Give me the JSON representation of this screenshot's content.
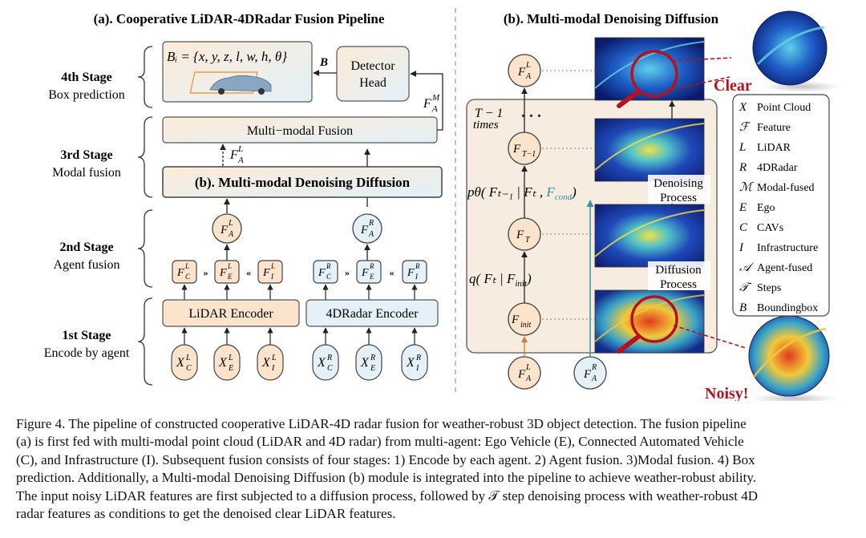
{
  "left": {
    "title": "(a). Cooperative LiDAR-4DRadar Fusion Pipeline",
    "stages": [
      {
        "name": "4th Stage",
        "desc": "Box prediction"
      },
      {
        "name": "3rd Stage",
        "desc": "Modal fusion"
      },
      {
        "name": "2nd Stage",
        "desc": "Agent fusion"
      },
      {
        "name": "1st Stage",
        "desc": "Encode by agent"
      }
    ],
    "bbox_formula": "Bᵢ = {x, y, z, l, w, h, θ}",
    "bbox_arrow_label": "B",
    "detector_head": [
      "Detector",
      "Head"
    ],
    "multimodal_fusion": "Multi−modal Fusion",
    "fused_feature_label": "F",
    "fused_feature_sup": "M",
    "fused_feature_sub": "A",
    "denoised_label": "F",
    "denoised_sup": "L",
    "denoised_sub": "A",
    "denoising_box": "(b). Multi-modal Denoising Diffusion",
    "lidar_encoder": "LiDAR Encoder",
    "radar_encoder": "4DRadar Encoder",
    "lidar_features": [
      {
        "base": "F",
        "sup": "L",
        "sub": "C"
      },
      {
        "base": "F",
        "sup": "L",
        "sub": "E"
      },
      {
        "base": "F",
        "sup": "L",
        "sub": "I"
      }
    ],
    "radar_features": [
      {
        "base": "F",
        "sup": "R",
        "sub": "C"
      },
      {
        "base": "F",
        "sup": "R",
        "sub": "E"
      },
      {
        "base": "F",
        "sup": "R",
        "sub": "I"
      }
    ],
    "lidar_agent_fused": {
      "base": "F",
      "sup": "L",
      "sub": "A"
    },
    "radar_agent_fused": {
      "base": "F",
      "sup": "R",
      "sub": "A"
    },
    "lidar_inputs": [
      {
        "base": "X",
        "sup": "L",
        "sub": "C"
      },
      {
        "base": "X",
        "sup": "L",
        "sub": "E"
      },
      {
        "base": "X",
        "sup": "L",
        "sub": "I"
      }
    ],
    "radar_inputs": [
      {
        "base": "X",
        "sup": "R",
        "sub": "C"
      },
      {
        "base": "X",
        "sup": "R",
        "sub": "E"
      },
      {
        "base": "X",
        "sup": "R",
        "sub": "I"
      }
    ]
  },
  "right": {
    "title": "(b). Multi-modal Denoising Diffusion",
    "loop_label_1": "T − 1",
    "loop_label_2": "times",
    "nodes": {
      "top": {
        "base": "F",
        "sup": "L",
        "sub": "A"
      },
      "t_minus_1": {
        "base": "F",
        "sub": "T−1"
      },
      "t": {
        "base": "F",
        "sub": "T"
      },
      "init": {
        "base": "F",
        "sub": "init"
      },
      "lidar_in": {
        "base": "F",
        "sup": "L",
        "sub": "A"
      },
      "radar_in": {
        "base": "F",
        "sup": "R",
        "sub": "A"
      }
    },
    "p_theta": "pθ( Fₜ₋₁ | Fₜ , ",
    "p_theta_cond": "F",
    "p_theta_cond_sub": "cond",
    "p_theta_close": ")",
    "q_label": "q( Fₜ | F",
    "q_label_sub": "init",
    "q_label_close": ")",
    "denoising_process": [
      "Denoising",
      "Process"
    ],
    "diffusion_process": [
      "Diffusion",
      "Process"
    ],
    "clear_label": "Clear",
    "noisy_label": "Noisy!"
  },
  "legend": [
    {
      "sym": "X",
      "text": "Point Cloud"
    },
    {
      "sym": "ℱ",
      "text": "Feature"
    },
    {
      "sym": "L",
      "text": "LiDAR"
    },
    {
      "sym": "R",
      "text": "4DRadar"
    },
    {
      "sym": "ℳ",
      "text": "Modal-fused"
    },
    {
      "sym": "E",
      "text": "Ego"
    },
    {
      "sym": "C",
      "text": "CAVs"
    },
    {
      "sym": "I",
      "text": "Infrastructure"
    },
    {
      "sym": "𝒜",
      "text": "Agent-fused"
    },
    {
      "sym": "𝒯",
      "text": "Steps"
    },
    {
      "sym": "B",
      "text": "Boundingbox"
    }
  ],
  "caption": {
    "lines": [
      "Figure 4. The pipeline of constructed cooperative LiDAR-4D radar fusion for weather-robust 3D object detection. The fusion pipeline",
      "(a) is first fed with multi-modal point cloud (LiDAR and 4D radar) from multi-agent: Ego Vehicle (E), Connected Automated Vehicle",
      "(C), and Infrastructure (I). Subsequent fusion consists of four stages: 1) Encode by each agent. 2) Agent fusion. 3)Modal fusion. 4) Box",
      "prediction. Additionally, a Multi-modal Denoising Diffusion (b) module is integrated into the pipeline to achieve weather-robust ability.",
      "The input noisy LiDAR features are first subjected to a diffusion process, followed by 𝒯 step denoising process with weather-robust 4D",
      "radar features as conditions to get the denoised clear LiDAR features."
    ]
  },
  "colors": {
    "orange_fill": "#fbe3cc",
    "orange_stroke": "#444444",
    "blue_fill": "#e4f1f8",
    "panel_fill": "#f7ece0",
    "heat_dark": "#0b1a6b",
    "cond_arrow": "#3b93a8",
    "red": "#b5121b"
  }
}
